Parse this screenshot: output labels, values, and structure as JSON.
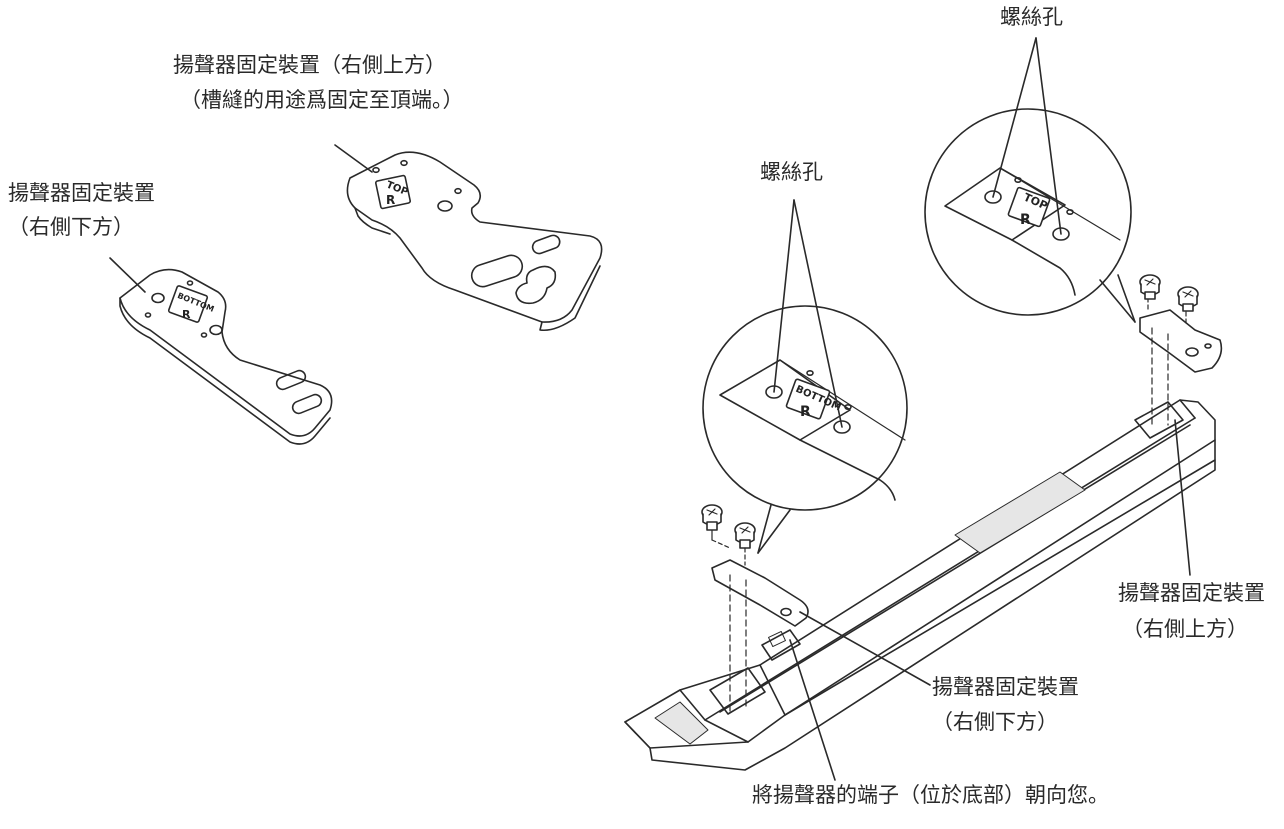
{
  "labels": {
    "bracket_top_right": {
      "line1": "揚聲器固定裝置（右側上方）",
      "line2": "（槽縫的用途爲固定至頂端。）"
    },
    "bracket_bottom_right": {
      "line1": "揚聲器固定裝置",
      "line2": "（右側下方）"
    },
    "screw_hole_top": "螺絲孔",
    "screw_hole_bottom": "螺絲孔",
    "assembly_top_bracket": {
      "line1": "揚聲器固定裝置",
      "line2": "（右側上方）"
    },
    "assembly_bottom_bracket": {
      "line1": "揚聲器固定裝置",
      "line2": "（右側下方）"
    },
    "terminal_note": "將揚聲器的端子（位於底部）朝向您。"
  },
  "plate_markings": {
    "top_text": "TOP",
    "bottom_text": "BOTTOM",
    "side_letter": "R"
  },
  "colors": {
    "line": "#2a2a2a",
    "fill": "#ffffff",
    "shade": "#e6e6e6"
  }
}
